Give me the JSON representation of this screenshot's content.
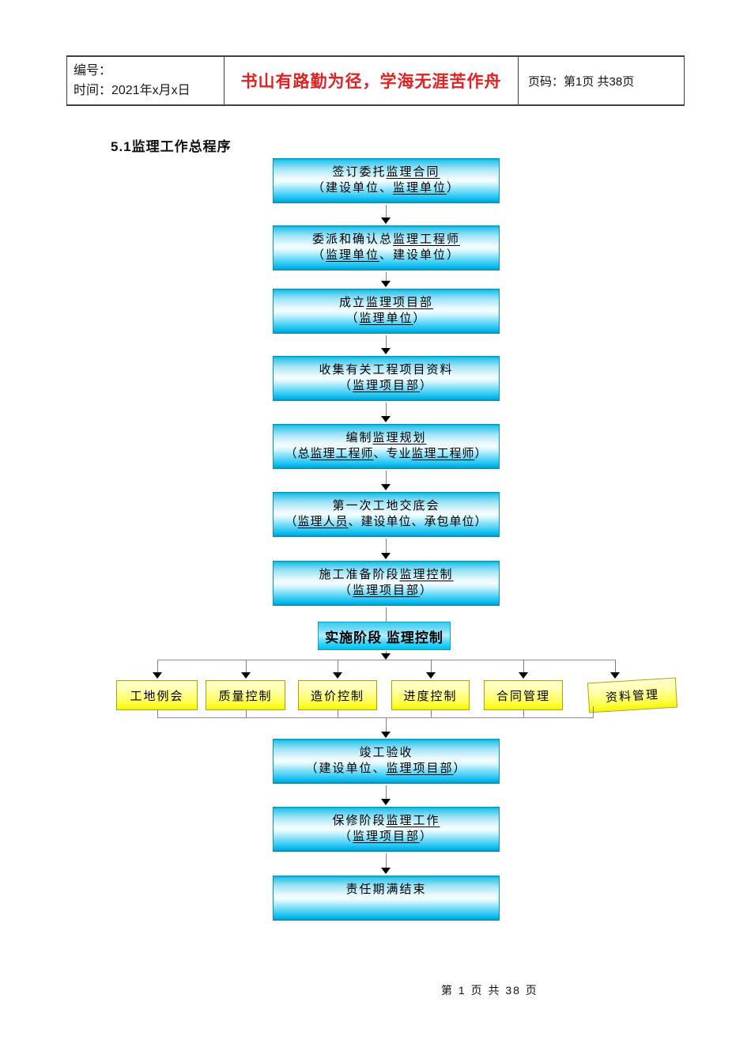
{
  "header": {
    "number_label": "编号：",
    "time_label": "时间：2021年x月x日",
    "motto": "书山有路勤为径，学海无涯苦作舟",
    "page_label": "页码：第1页 共38页"
  },
  "title": "5.1监理工作总程序",
  "flow": {
    "steps": [
      {
        "lines": [
          [
            {
              "t": "签订委托"
            },
            {
              "t": "监理合同",
              "u": true
            }
          ],
          [
            {
              "t": "（建设单位、"
            },
            {
              "t": "监理单位",
              "u": true
            },
            {
              "t": "）"
            }
          ]
        ]
      },
      {
        "lines": [
          [
            {
              "t": "委派和确认总"
            },
            {
              "t": "监理工程师",
              "u": true
            }
          ],
          [
            {
              "t": "（"
            },
            {
              "t": "监理单位",
              "u": true
            },
            {
              "t": "、建设单位）"
            }
          ]
        ]
      },
      {
        "lines": [
          [
            {
              "t": "成立"
            },
            {
              "t": "监理项目部",
              "u": true
            }
          ],
          [
            {
              "t": "（"
            },
            {
              "t": "监理单位",
              "u": true
            },
            {
              "t": "）"
            }
          ]
        ]
      },
      {
        "lines": [
          [
            {
              "t": "收集有关工程项目资料"
            }
          ],
          [
            {
              "t": "（"
            },
            {
              "t": "监理项目部",
              "u": true
            },
            {
              "t": "）"
            }
          ]
        ]
      },
      {
        "lines": [
          [
            {
              "t": "编制"
            },
            {
              "t": "监理规划",
              "u": true
            }
          ],
          [
            {
              "t": "（总"
            },
            {
              "t": "监理工程师",
              "u": true
            },
            {
              "t": "、专业"
            },
            {
              "t": "监理工程师",
              "u": true
            },
            {
              "t": "）"
            }
          ]
        ]
      },
      {
        "lines": [
          [
            {
              "t": "第一次工地交底会"
            }
          ],
          [
            {
              "t": "（"
            },
            {
              "t": "监理人员",
              "u": true
            },
            {
              "t": "、建设单位、承包单位）"
            }
          ]
        ]
      },
      {
        "lines": [
          [
            {
              "t": "施工准备阶段"
            },
            {
              "t": "监理控制",
              "u": true
            }
          ],
          [
            {
              "t": "（"
            },
            {
              "t": "监理项目部",
              "u": true
            },
            {
              "t": "）"
            }
          ]
        ]
      }
    ],
    "stage_label": "实施阶段 监理控制",
    "parallel": [
      "工地例会",
      "质量控制",
      "造价控制",
      "进度控制",
      "合同管理",
      "资料管理"
    ],
    "end_steps": [
      {
        "lines": [
          [
            {
              "t": "竣工验收"
            }
          ],
          [
            {
              "t": "（建设单位、"
            },
            {
              "t": "监理项目部",
              "u": true
            },
            {
              "t": "）"
            }
          ]
        ]
      },
      {
        "lines": [
          [
            {
              "t": "保修阶段"
            },
            {
              "t": "监理工作",
              "u": true
            }
          ],
          [
            {
              "t": "（"
            },
            {
              "t": "监理项目部",
              "u": true
            },
            {
              "t": "）"
            }
          ]
        ]
      },
      {
        "lines": [
          [
            {
              "t": "责任期满结束"
            }
          ]
        ]
      }
    ]
  },
  "footer": "第 1 页 共 38 页",
  "colors": {
    "flow_box_blue": "#00b6ee",
    "stage_box_cyan": "#33ccf2",
    "parallel_box_yellow": "#ffff33",
    "motto_red": "#e02222",
    "connector_gray": "#808080"
  }
}
